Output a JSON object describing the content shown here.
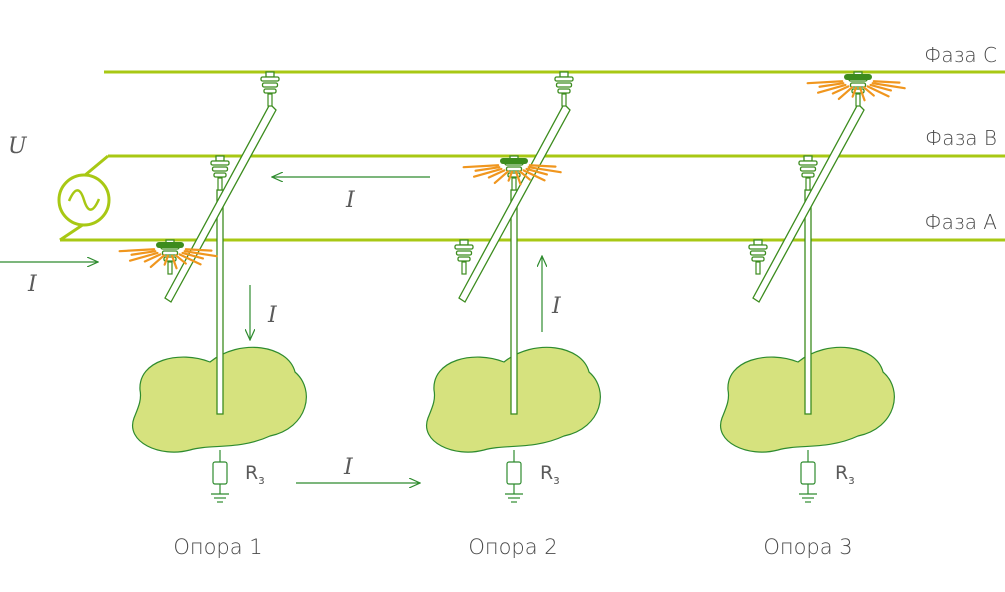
{
  "phases": [
    {
      "id": "c",
      "label": "Фаза С"
    },
    {
      "id": "b",
      "label": "Фаза В"
    },
    {
      "id": "a",
      "label": "Фаза А"
    }
  ],
  "source": {
    "voltage_label": "U",
    "icon": "ac-source-icon"
  },
  "current_label": "I",
  "poles": [
    {
      "label": "Опора 1",
      "resistance": "R",
      "resistance_sub": "з",
      "faulted_phase": "a"
    },
    {
      "label": "Опора 2",
      "resistance": "R",
      "resistance_sub": "з",
      "faulted_phase": "b"
    },
    {
      "label": "Опора 3",
      "resistance": "R",
      "resistance_sub": "з",
      "faulted_phase": "c"
    }
  ],
  "colors": {
    "line": "#a8c814",
    "insulator": "#3c8c1e",
    "ground_fill": "#d6e27e",
    "ground_stroke": "#2e8b2e",
    "arrow": "#2e8b2e",
    "arc": "#f0961e",
    "text": "#4a4a4a"
  }
}
